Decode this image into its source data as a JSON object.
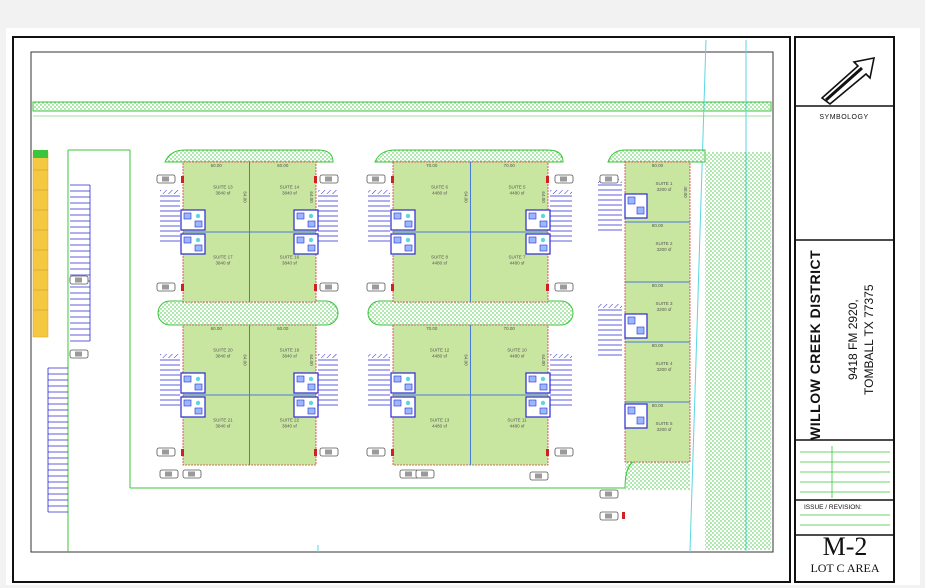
{
  "title_block": {
    "district_name": "WILLOW CREEK DISTRICT",
    "address_line1": "9418 FM 2920,",
    "address_line2": "TOMBALL TX 77375",
    "symbology_label": "SYMBOLOGY",
    "issue_label": "ISSUE / REVISION:",
    "sheet_number": "M-2",
    "sheet_subtitle": "LOT C AREA"
  },
  "colors": {
    "suite_fill": "#c9e6a0",
    "landscape_green": "#3cc43c",
    "parking_lines": "#2a2ad0",
    "border": "#111111",
    "cyan_line": "#5ad8e0",
    "yellow_strip": "#f5c842"
  },
  "north_arrow_icon": "north-arrow-icon",
  "buildings": [
    {
      "name": "building-west-north",
      "suites": [
        {
          "label": "SUITE 13",
          "area": "3840 sf"
        },
        {
          "label": "SUITE 14",
          "area": "3840 sf"
        },
        {
          "label": "SUITE 17",
          "area": "3840 sf"
        },
        {
          "label": "SUITE 16",
          "area": "3840 sf"
        }
      ]
    },
    {
      "name": "building-center-north",
      "suites": [
        {
          "label": "SUITE 6",
          "area": "4480 sf"
        },
        {
          "label": "SUITE 5",
          "area": "4480 sf"
        },
        {
          "label": "SUITE 8",
          "area": "4480 sf"
        },
        {
          "label": "SUITE 7",
          "area": "4480 sf"
        }
      ]
    },
    {
      "name": "building-west-south",
      "suites": [
        {
          "label": "SUITE 20",
          "area": "3840 sf"
        },
        {
          "label": "SUITE 19",
          "area": "3840 sf"
        },
        {
          "label": "SUITE 21",
          "area": "3840 sf"
        },
        {
          "label": "SUITE 22",
          "area": "3840 sf"
        }
      ]
    },
    {
      "name": "building-center-south",
      "suites": [
        {
          "label": "SUITE 12",
          "area": "4480 sf"
        },
        {
          "label": "SUITE 10",
          "area": "4480 sf"
        },
        {
          "label": "SUITE 13",
          "area": "4480 sf"
        },
        {
          "label": "SUITE 11",
          "area": "4480 sf"
        }
      ]
    },
    {
      "name": "building-east",
      "suites": [
        {
          "label": "SUITE 1",
          "area": "3200 sf"
        },
        {
          "label": "SUITE 2",
          "area": "3200 sf"
        },
        {
          "label": "SUITE 3",
          "area": "3200 sf"
        },
        {
          "label": "SUITE 4",
          "area": "3200 sf"
        },
        {
          "label": "SUITE 5",
          "area": "3200 sf"
        }
      ]
    }
  ],
  "dimensions": {
    "west_width": "60.00",
    "center_width": "70.00",
    "east_width": "80.00",
    "west_depth": "64.00",
    "east_depth": "40.00"
  }
}
